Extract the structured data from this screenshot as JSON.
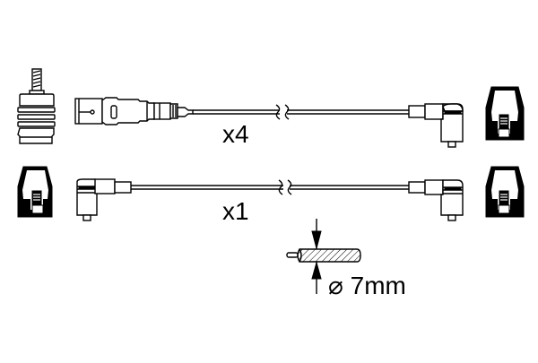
{
  "diagram": {
    "type": "ignition-cable-set",
    "colors": {
      "line": "#000000",
      "background": "#ffffff"
    },
    "rows": [
      {
        "id": "cable-row-1",
        "quantity_label": "x4",
        "left_end": "straight-plug-connector",
        "right_end": "angled-plug-connector",
        "left_component": "spark-plug-boot-threaded",
        "right_component": "distributor-cap-terminal"
      },
      {
        "id": "cable-row-2",
        "quantity_label": "x1",
        "left_end": "angled-plug-connector",
        "right_end": "angled-plug-connector",
        "left_component": "distributor-cap-terminal",
        "right_component": "distributor-cap-terminal"
      }
    ],
    "cable_cross_section": {
      "diameter_symbol": "⌀",
      "diameter_value": "7mm",
      "label": "⌀ 7mm"
    }
  }
}
